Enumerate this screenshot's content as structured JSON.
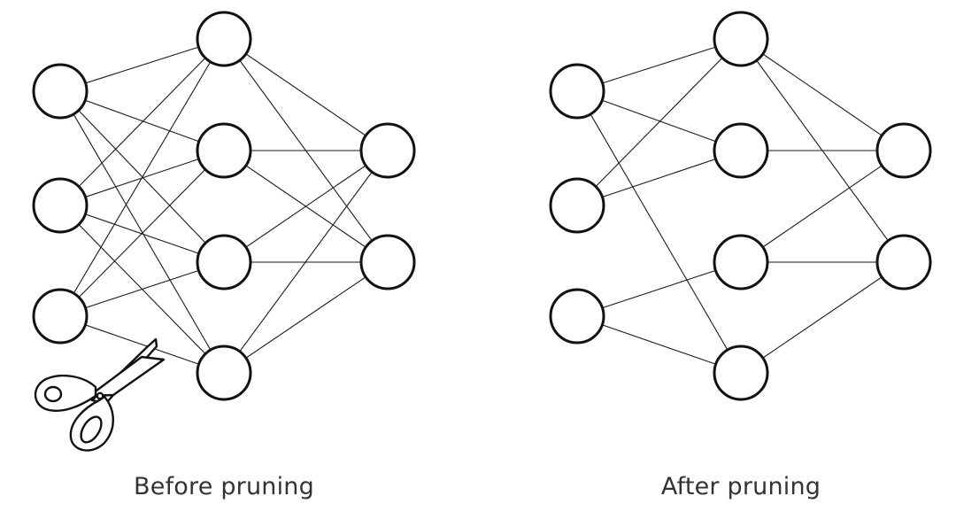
{
  "captions": {
    "before": "Before pruning",
    "after": "After pruning"
  },
  "colors": {
    "stroke": "#111111",
    "caption": "#333333",
    "background": "#ffffff"
  },
  "icons": [
    "scissors-icon"
  ],
  "networks": {
    "before": {
      "layers": [
        3,
        4,
        2
      ],
      "edges": [
        [
          0,
          0,
          1,
          0
        ],
        [
          0,
          0,
          1,
          1
        ],
        [
          0,
          0,
          1,
          2
        ],
        [
          0,
          0,
          1,
          3
        ],
        [
          0,
          1,
          1,
          0
        ],
        [
          0,
          1,
          1,
          1
        ],
        [
          0,
          1,
          1,
          2
        ],
        [
          0,
          1,
          1,
          3
        ],
        [
          0,
          2,
          1,
          0
        ],
        [
          0,
          2,
          1,
          1
        ],
        [
          0,
          2,
          1,
          2
        ],
        [
          0,
          2,
          1,
          3
        ],
        [
          1,
          0,
          2,
          0
        ],
        [
          1,
          0,
          2,
          1
        ],
        [
          1,
          1,
          2,
          0
        ],
        [
          1,
          1,
          2,
          1
        ],
        [
          1,
          2,
          2,
          0
        ],
        [
          1,
          2,
          2,
          1
        ],
        [
          1,
          3,
          2,
          0
        ],
        [
          1,
          3,
          2,
          1
        ]
      ]
    },
    "after": {
      "layers": [
        3,
        4,
        2
      ],
      "edges": [
        [
          0,
          0,
          1,
          0
        ],
        [
          0,
          0,
          1,
          1
        ],
        [
          0,
          0,
          1,
          3
        ],
        [
          0,
          1,
          1,
          0
        ],
        [
          0,
          1,
          1,
          1
        ],
        [
          0,
          2,
          1,
          2
        ],
        [
          0,
          2,
          1,
          3
        ],
        [
          1,
          0,
          2,
          0
        ],
        [
          1,
          0,
          2,
          1
        ],
        [
          1,
          1,
          2,
          0
        ],
        [
          1,
          2,
          2,
          0
        ],
        [
          1,
          2,
          2,
          1
        ],
        [
          1,
          3,
          2,
          1
        ]
      ]
    }
  }
}
